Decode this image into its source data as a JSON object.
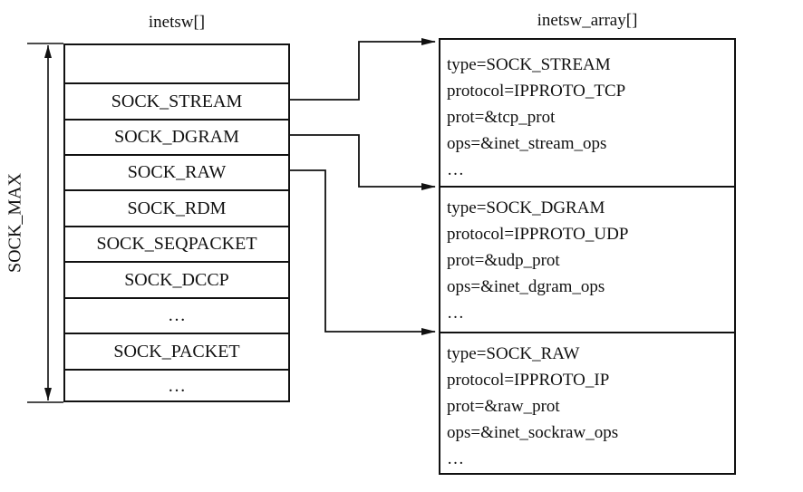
{
  "left_array": {
    "title": "inetsw[]",
    "cells": [
      "",
      "SOCK_STREAM",
      "SOCK_DGRAM",
      "SOCK_RAW",
      "SOCK_RDM",
      "SOCK_SEQPACKET",
      "SOCK_DCCP",
      "…",
      "SOCK_PACKET",
      "…"
    ]
  },
  "dimension_label": "SOCK_MAX",
  "right_array": {
    "title": "inetsw_array[]",
    "entries": [
      {
        "type": "type=SOCK_STREAM",
        "protocol": "protocol=IPPROTO_TCP",
        "prot": "prot=&tcp_prot",
        "ops": "ops=&inet_stream_ops",
        "more": "…"
      },
      {
        "type": "type=SOCK_DGRAM",
        "protocol": "protocol=IPPROTO_UDP",
        "prot": "prot=&udp_prot",
        "ops": "ops=&inet_dgram_ops",
        "more": "…"
      },
      {
        "type": "type=SOCK_RAW",
        "protocol": "protocol=IPPROTO_IP",
        "prot": "prot=&raw_prot",
        "ops": "ops=&inet_sockraw_ops",
        "more": "…"
      }
    ]
  },
  "pointers": [
    {
      "from": "SOCK_STREAM",
      "to": "type=SOCK_STREAM"
    },
    {
      "from": "SOCK_DGRAM",
      "to": "type=SOCK_DGRAM"
    },
    {
      "from": "SOCK_RAW",
      "to": "type=SOCK_RAW"
    }
  ]
}
